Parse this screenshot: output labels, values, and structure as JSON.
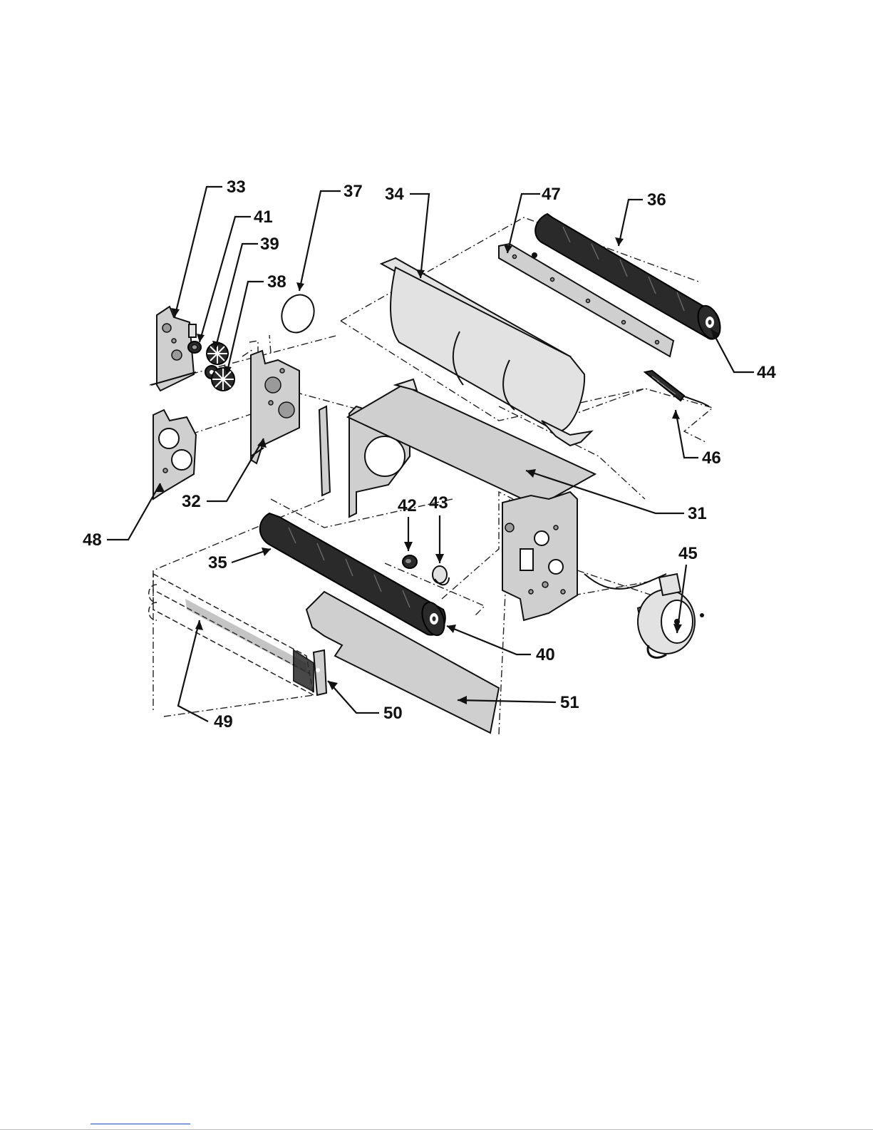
{
  "diagram": {
    "callouts": [
      {
        "id": "31",
        "label": "31"
      },
      {
        "id": "32",
        "label": "32"
      },
      {
        "id": "33",
        "label": "33"
      },
      {
        "id": "34",
        "label": "34"
      },
      {
        "id": "35",
        "label": "35"
      },
      {
        "id": "36",
        "label": "36"
      },
      {
        "id": "37",
        "label": "37"
      },
      {
        "id": "38",
        "label": "38"
      },
      {
        "id": "39",
        "label": "39"
      },
      {
        "id": "40",
        "label": "40"
      },
      {
        "id": "41",
        "label": "41"
      },
      {
        "id": "42",
        "label": "42"
      },
      {
        "id": "43",
        "label": "43"
      },
      {
        "id": "44",
        "label": "44"
      },
      {
        "id": "45",
        "label": "45"
      },
      {
        "id": "46",
        "label": "46"
      },
      {
        "id": "47",
        "label": "47"
      },
      {
        "id": "48",
        "label": "48"
      },
      {
        "id": "49",
        "label": "49"
      },
      {
        "id": "50",
        "label": "50"
      },
      {
        "id": "51",
        "label": "51"
      }
    ],
    "colors": {
      "ink": "#111111",
      "part_fill": "#cfcfcf",
      "blower_fill": "#2a2a2a",
      "link_rule": "#2b47d6"
    }
  }
}
